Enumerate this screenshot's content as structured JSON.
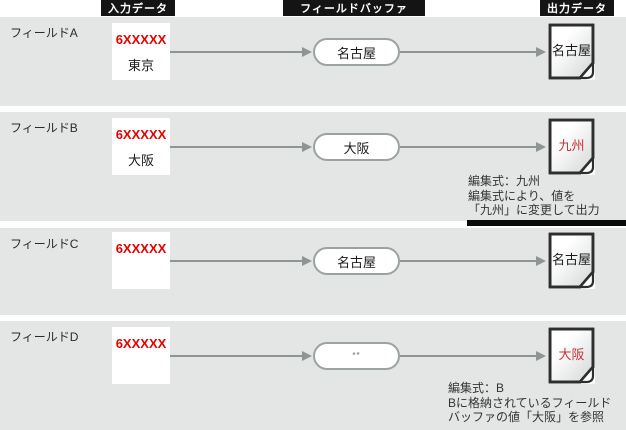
{
  "header": {
    "input": "入力データ",
    "buffer": "フィールドバッファ",
    "output": "出力データ"
  },
  "colors": {
    "row_background": "#e4e6e6",
    "header_background": "#141414",
    "input_code_red": "#e60000",
    "output_red": "#cc3333",
    "arrow_gray": "#8f9594",
    "pill_border": "#9aa3a1",
    "doc_border": "#2e2e2e",
    "underline_bar": "#0a0a0a"
  },
  "rows": [
    {
      "label": "フィールドA",
      "input": {
        "code": "6XXXXX",
        "value": "東京"
      },
      "buffer": "名古屋",
      "output": {
        "value": "名古屋"
      }
    },
    {
      "label": "フィールドB",
      "input": {
        "code": "6XXXXX",
        "value": "大阪"
      },
      "buffer": "大阪",
      "output": {
        "value": "九州"
      },
      "annotation": {
        "lines": [
          "編集式：九州",
          "編集式により、値を",
          "「九州」に変更して出力"
        ]
      }
    },
    {
      "label": "フィールドC",
      "input": {
        "code": "6XXXXX"
      },
      "buffer": "名古屋",
      "output": {
        "value": "名古屋"
      }
    },
    {
      "label": "フィールドD",
      "input": {
        "code": "6XXXXX"
      },
      "buffer": "“”",
      "output": {
        "value": "大阪"
      },
      "annotation": {
        "lines": [
          "編集式：B",
          "Bに格納されているフィールド",
          "バッファの値「大阪」を参照"
        ]
      }
    }
  ]
}
